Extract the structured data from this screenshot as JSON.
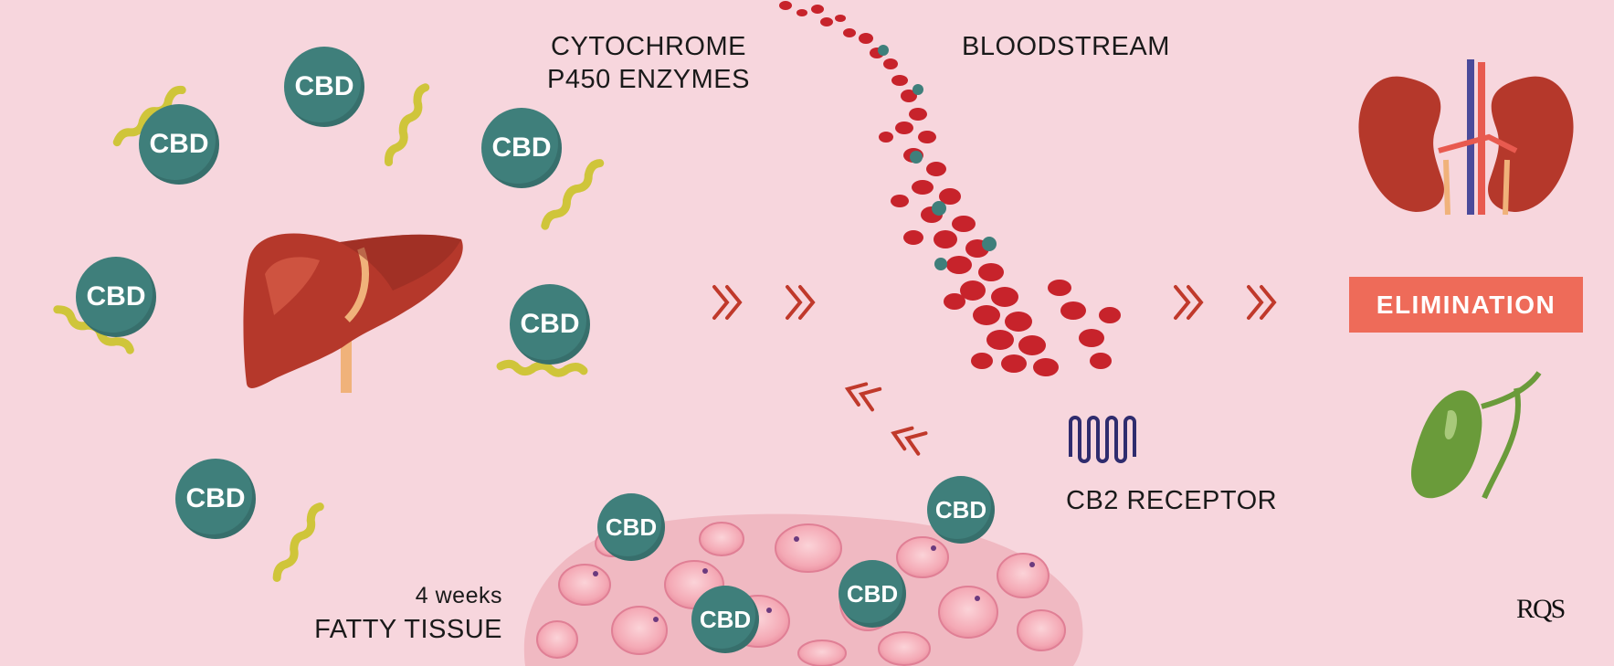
{
  "labels": {
    "cyp_line1": "CYTOCHROME",
    "cyp_line2": "P450 ENZYMES",
    "bloodstream": "BLOODSTREAM",
    "elimination": "ELIMINATION",
    "cb2": "CB2 RECEPTOR",
    "weeks": "4 weeks",
    "fatty": "FATTY TISSUE"
  },
  "cbd_label": "CBD",
  "logo_text": "RQS",
  "colors": {
    "background": "#f7d6dd",
    "cbd_ball": "#3f7f7b",
    "elimination_box": "#ee6b59",
    "liver": "#b5382b",
    "blood": "#c7232b",
    "arrow": "#c0392b",
    "receptor": "#2f2c6e",
    "gallbladder": "#6a9b3a",
    "fat_cell": "#f4a9b5"
  },
  "icons": [
    "liver-icon",
    "blood-cells-icon",
    "kidneys-icon",
    "gallbladder-icon",
    "cb2-receptor-icon",
    "fat-tissue-icon",
    "double-chevron-icon",
    "rqs-logo"
  ]
}
